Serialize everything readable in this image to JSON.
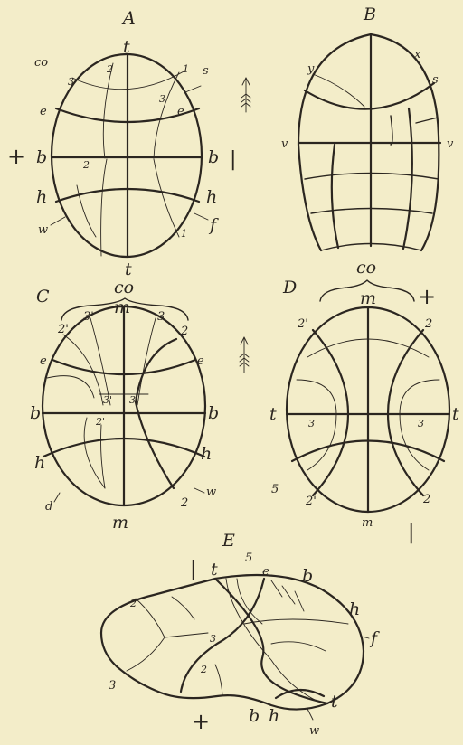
{
  "figures": {
    "A": {
      "title": "A",
      "labels": {
        "co": "co",
        "t_top": "t",
        "t_bottom": "t",
        "s": "s",
        "e_left": "e",
        "e_right": "e",
        "b_left": "b",
        "b_right": "b",
        "h_left": "h",
        "h_right": "h",
        "w": "w",
        "f": "f",
        "n2_top": "2",
        "n1_top": "1",
        "n3_left": "3",
        "n3_right": "3",
        "n2_mid": "2",
        "n1_bottom": "1"
      },
      "plus": "+",
      "minus": "|"
    },
    "B": {
      "title": "B",
      "labels": {
        "x": "x",
        "y": "y",
        "s": "s",
        "v_left": "v",
        "v_right": "v"
      }
    },
    "C": {
      "title": "C",
      "labels": {
        "co": "co",
        "m_top": "m",
        "m_bottom": "m",
        "n2p_top": "2'",
        "n3p_top": "3'",
        "n3_top": "3",
        "n2_top": "2",
        "e_left": "e",
        "e_right": "e",
        "n3p_mid": "3'",
        "n3_mid": "3",
        "b_left": "b",
        "b_right": "b",
        "n2p_mid": "2'",
        "h_left": "h",
        "h_right": "h",
        "w": "w",
        "d": "d",
        "n2_bottom": "2"
      }
    },
    "D": {
      "title": "D",
      "labels": {
        "co": "co",
        "m_top": "m",
        "m_bottom": "m",
        "n2p_top": "2'",
        "n2_top": "2",
        "t_left": "t",
        "t_right": "t",
        "n3_left": "3",
        "n3_right": "3",
        "n5": "5",
        "n2p_bottom": "2'",
        "n2_bottom": "2"
      },
      "plus": "+",
      "minus": "|"
    },
    "E": {
      "title": "E",
      "labels": {
        "t_top": "t",
        "n5": "5",
        "e": "e",
        "b_top": "b",
        "h_top": "h",
        "n2_left": "2",
        "n3_mid": "3",
        "n2_mid": "2",
        "n3_bottom": "3",
        "f": "f",
        "t_right": "t",
        "b_bottom": "b",
        "h_bottom": "h",
        "w": "w"
      },
      "plus": "+",
      "minus": "|"
    }
  },
  "icons": [
    "arrow-feather-icon",
    "arrow-feather-icon"
  ]
}
